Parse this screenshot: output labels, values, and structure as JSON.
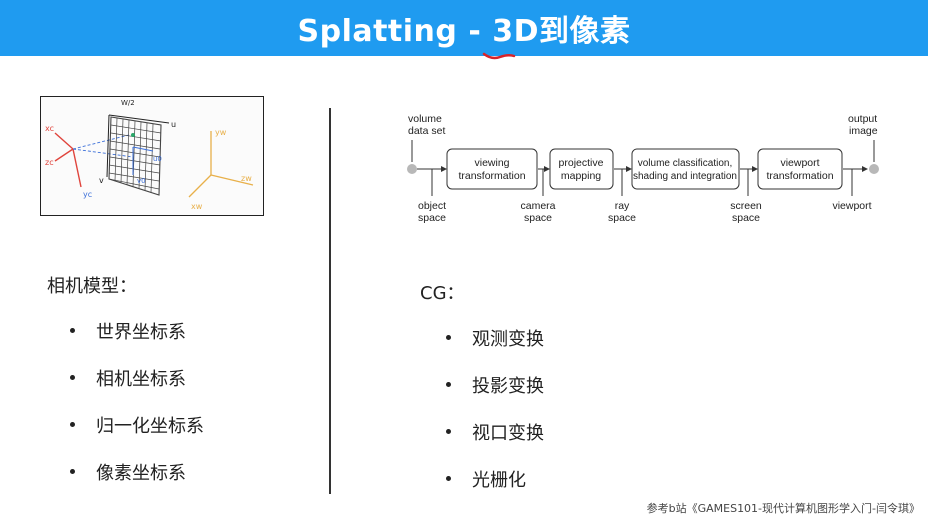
{
  "slide": {
    "title": "Splatting - 3D到像素"
  },
  "sketch": {
    "labels": {
      "xc": "xc",
      "yc": "yc",
      "zc": "zc",
      "u": "u",
      "v": "v",
      "u0": "u0",
      "v0": "v0",
      "xw": "xw",
      "yw": "yw",
      "zw": "zw",
      "width_note": "W/2"
    }
  },
  "left": {
    "heading": "相机模型：",
    "items": [
      "世界坐标系",
      "相机坐标系",
      "归一化坐标系",
      "像素坐标系"
    ]
  },
  "right": {
    "heading": "CG：",
    "items": [
      "观测变换",
      "投影变换",
      "视口变换",
      "光栅化"
    ]
  },
  "pipeline": {
    "start_label": [
      "volume",
      "data set"
    ],
    "end_label": [
      "output",
      "image"
    ],
    "stages": [
      {
        "label": [
          "viewing",
          "transformation"
        ]
      },
      {
        "label": [
          "projective",
          "mapping"
        ]
      },
      {
        "label": [
          "volume classification,",
          "shading and integration"
        ]
      },
      {
        "label": [
          "viewport",
          "transformation"
        ]
      }
    ],
    "spaces": [
      [
        "object",
        "space"
      ],
      [
        "camera",
        "space"
      ],
      [
        "ray",
        "space"
      ],
      [
        "screen",
        "space"
      ],
      [
        "viewport"
      ]
    ]
  },
  "footer": {
    "credit": "参考b站《GAMES101-现代计算机图形学入门-闫令琪》"
  },
  "colors": {
    "title_bar": "#1f9bf0",
    "title_text": "#ffffff",
    "ink_red": "#d8232a",
    "sketch_red": "#e0443c",
    "sketch_blue": "#3b6fd9",
    "sketch_green": "#2aa86a",
    "sketch_yellow": "#e8b04a",
    "pipeline_dot": "#b8b8b8"
  }
}
